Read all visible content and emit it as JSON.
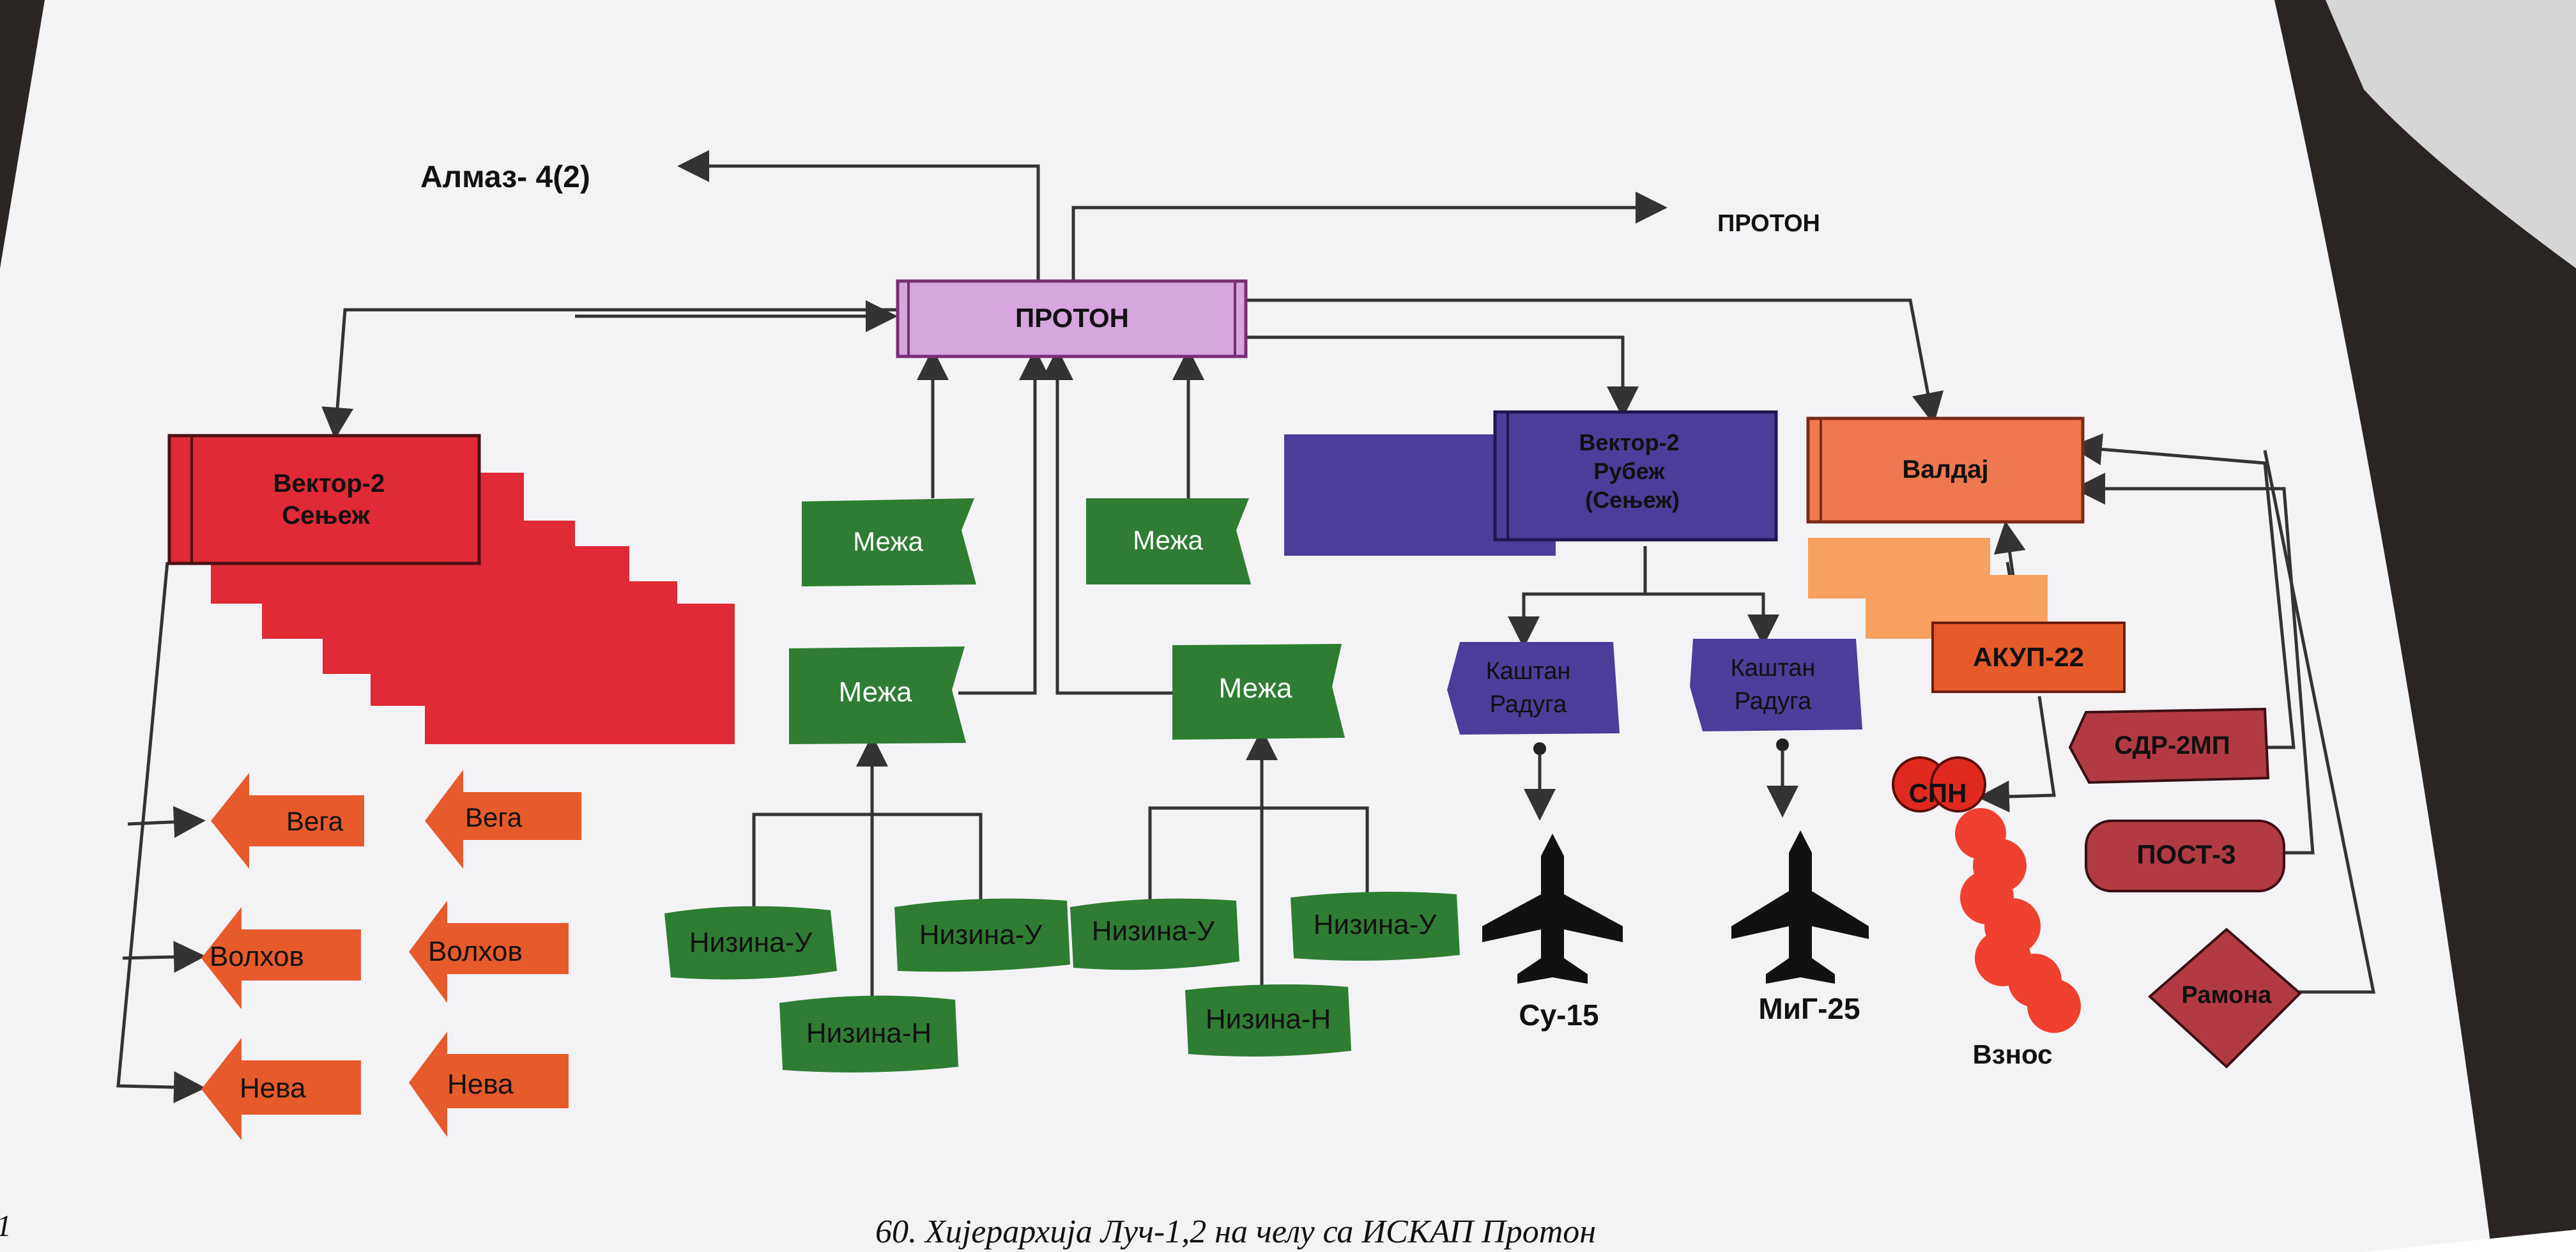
{
  "diagram": {
    "caption": "60. Хијерархија Луч-1,2 на челу са ИСКАП Протон",
    "page_number_fragment": "1",
    "top_labels": {
      "almaz": "Алмаз- 4(2)",
      "proton_external": "ПРОТОН"
    },
    "proton_center": "ПРОТОН",
    "vektor_senezh": {
      "line1": "Вектор-2",
      "line2": "Сењеж"
    },
    "vektor_rubezh": {
      "line1": "Вектор-2",
      "line2": "Рубеж",
      "line3": "(Сењеж)"
    },
    "valdaj": "Валдај",
    "akup": "АКУП-22",
    "sdr": "СДР-2МП",
    "post": "ПОСТ-3",
    "ramona": "Рамона",
    "spn": "СПН",
    "vznos": "Взнос",
    "mezha": [
      "Межа",
      "Межа",
      "Межа",
      "Межа"
    ],
    "nizina": {
      "left_u1": "Низина-У",
      "left_u2": "Низина-У",
      "left_n": "Низина-Н",
      "right_u1": "Низина-У",
      "right_u2": "Низина-У",
      "right_n": "Низина-Н"
    },
    "radars": {
      "vega": [
        "Вега",
        "Вега"
      ],
      "volkhov": [
        "Волхов",
        "Волхов"
      ],
      "neva": [
        "Нева",
        "Нева"
      ]
    },
    "kashtan": [
      {
        "line1": "Каштан",
        "line2": "Радуга"
      },
      {
        "line1": "Каштан",
        "line2": "Радуга"
      }
    ],
    "aircraft": [
      "Су-15",
      "МиГ-25"
    ],
    "colors": {
      "page": "#f3f3f6",
      "proton": "#d7a6de",
      "red": "#e02a35",
      "orange_red": "#e65a2c",
      "green": "#2e7d32",
      "purple": "#4d3c99",
      "orange": "#f07850",
      "maroon": "#b23a44"
    }
  }
}
